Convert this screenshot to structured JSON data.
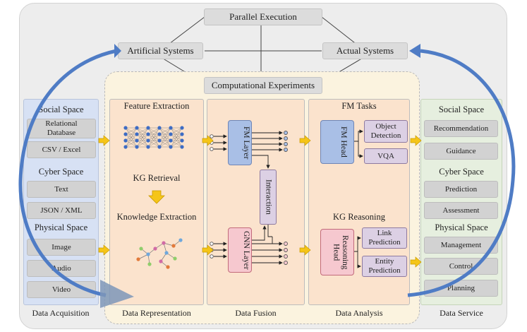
{
  "top": {
    "parallel_execution": "Parallel Execution",
    "artificial_systems": "Artificial Systems",
    "actual_systems": "Actual Systems",
    "computational_experiments": "Computational Experiments"
  },
  "acquisition": {
    "social_space": "Social Space",
    "relational_database": "Relational Database",
    "csv_excel": "CSV / Excel",
    "cyber_space": "Cyber Space",
    "text": "Text",
    "json_xml": "JSON / XML",
    "physical_space": "Physical Space",
    "image": "Image",
    "audio": "Audio",
    "video": "Video",
    "label": "Data Acquisition"
  },
  "representation": {
    "feature_extraction": "Feature Extraction",
    "kg_retrieval": "KG Retrieval",
    "knowledge_extraction": "Knowledge Extraction",
    "label": "Data Representation"
  },
  "fusion": {
    "fm_layer": "FM Layer",
    "interaction": "Interaction",
    "gnn_layer": "GNN Layer",
    "label": "Data Fusion"
  },
  "analysis": {
    "fm_tasks": "FM Tasks",
    "fm_head": "FM Head",
    "object_detection": "Object Detection",
    "vqa": "VQA",
    "kg_reasoning": "KG Reasoning",
    "reasoning_head": "Reasoning Head",
    "link_prediction": "Link Prediction",
    "entity_prediction": "Entity Prediction",
    "label": "Data Analysis"
  },
  "service": {
    "social_space": "Social Space",
    "recommendation": "Recommendation",
    "guidance": "Guidance",
    "cyber_space": "Cyber Space",
    "prediction": "Prediction",
    "assessment": "Assessment",
    "physical_space": "Physical Space",
    "management": "Management",
    "control": "Control",
    "planning": "Planning",
    "label": "Data Service"
  },
  "colors": {
    "cycle_arrow": "#4f7cc5",
    "flow_arrow": "#f5c518",
    "panel_blue": "#d7e1f4",
    "panel_green": "#e6efdf",
    "panel_peach": "#fbe3cd"
  }
}
